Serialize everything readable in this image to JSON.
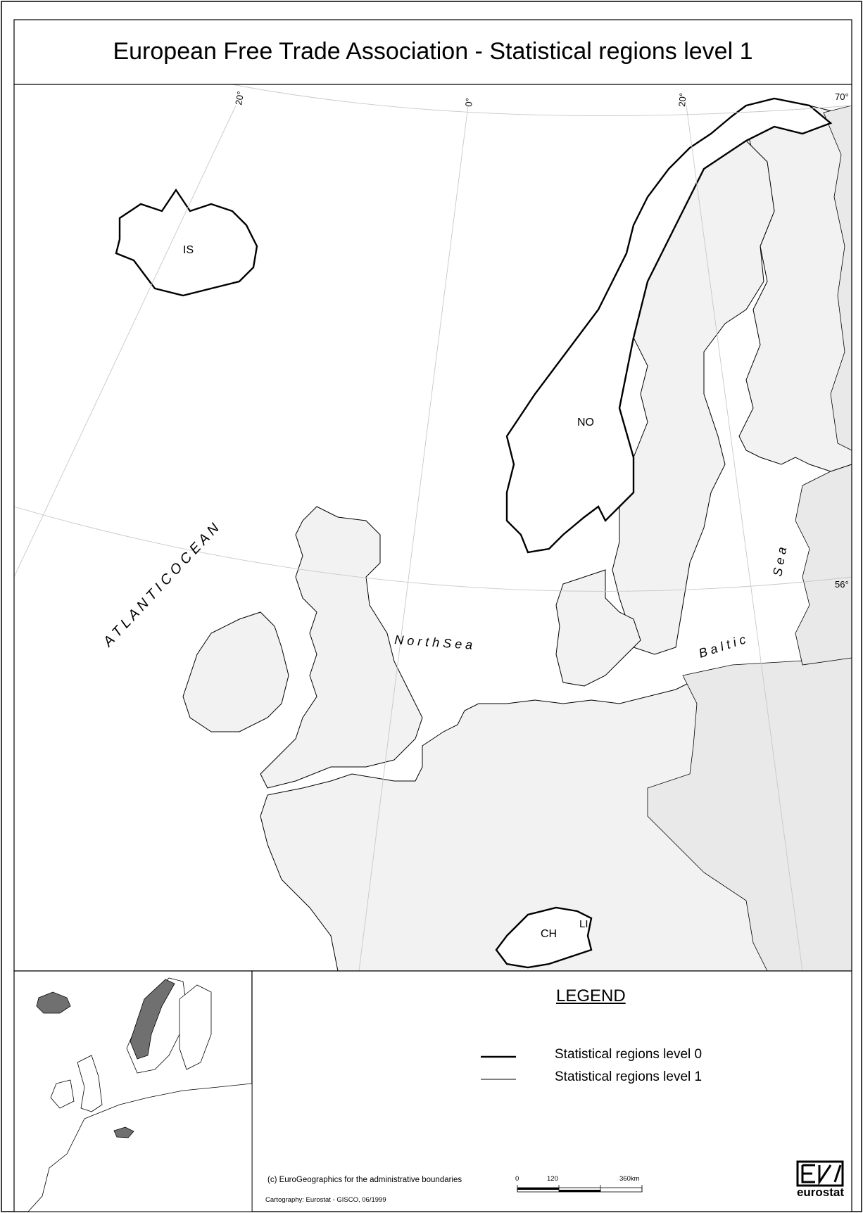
{
  "map": {
    "title": "European Free Trade Association - Statistical regions level 1",
    "graticule_labels": {
      "lon_w20": "20°",
      "lon_0": "0°",
      "lon_e20": "20°",
      "lat_70": "70°",
      "lat_56": "56°"
    },
    "country_labels": {
      "iceland": "IS",
      "norway": "NO",
      "switzerland": "CH",
      "liechtenstein": "LI"
    },
    "water_labels": {
      "atlantic": "A T L A N T I C   O C E A N",
      "north_sea": "N o r t h   S e a",
      "baltic_a": "B a l t i c",
      "baltic_b": "S e a"
    },
    "colors": {
      "efta": "#ffffff",
      "europe": "#f2f2f2",
      "far_east": "#e9e9e9",
      "overview_highlight": "#707070"
    }
  },
  "legend": {
    "title": "LEGEND",
    "level0": "Statistical regions level 0",
    "level1": "Statistical regions level 1"
  },
  "credits": {
    "line1": "(c) EuroGeographics for the administrative boundaries",
    "line2": "Cartography: Eurostat - GISCO, 06/1999"
  },
  "scalebar": {
    "l0": "0",
    "l120": "120",
    "l360": "360km"
  },
  "logo": {
    "word": "eurostat"
  }
}
